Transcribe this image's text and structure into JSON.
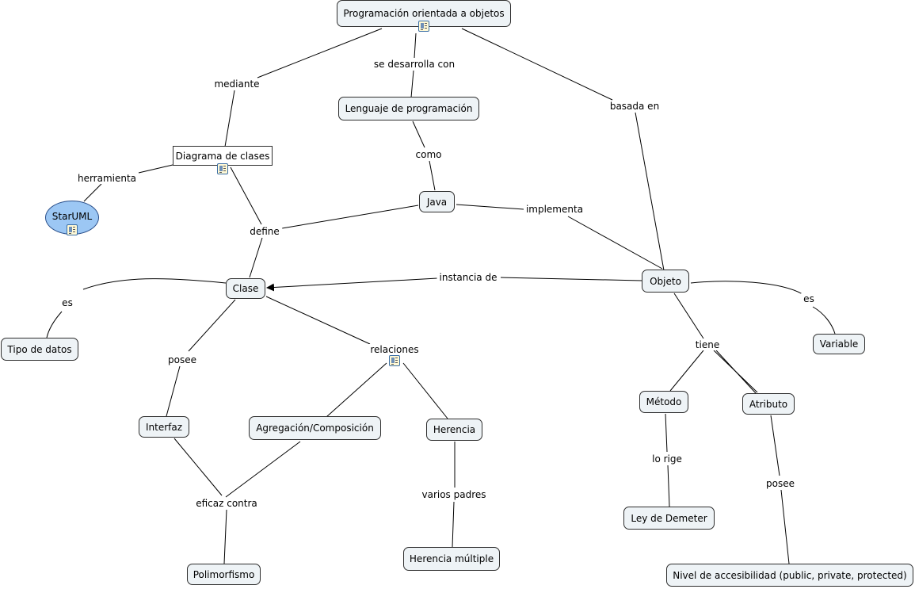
{
  "nodes": {
    "poo": "Programación orientada a objetos",
    "lenguaje": "Lenguaje de programación",
    "diagrama": "Diagrama de clases",
    "staruml": "StarUML",
    "java": "Java",
    "clase": "Clase",
    "objeto": "Objeto",
    "tipo_datos": "Tipo de datos",
    "variable": "Variable",
    "interfaz": "Interfaz",
    "agregacion": "Agregación/Composición",
    "herencia": "Herencia",
    "metodo": "Método",
    "atributo": "Atributo",
    "polimorfismo": "Polimorfismo",
    "herencia_multiple": "Herencia múltiple",
    "demeter": "Ley de Demeter",
    "nivel_acceso": "Nivel de accesibilidad (public, private, protected)"
  },
  "links": {
    "mediante": "mediante",
    "se_desarrolla": "se desarrolla con",
    "basada_en": "basada en",
    "herramienta": "herramienta",
    "como": "como",
    "implementa": "implementa",
    "define": "define",
    "instancia_de": "instancia de",
    "es_clase": "es",
    "es_objeto": "es",
    "posee_interfaz": "posee",
    "relaciones": "relaciones",
    "tiene": "tiene",
    "eficaz_contra": "eficaz contra",
    "varios_padres": "varios padres",
    "lo_rige": "lo rige",
    "posee_atributo": "posee"
  },
  "icons": {
    "resource": "document-icon"
  },
  "colors": {
    "node_fill": "#eef3f6",
    "staruml_fill": "#9cc7f4",
    "line": "#000000"
  }
}
